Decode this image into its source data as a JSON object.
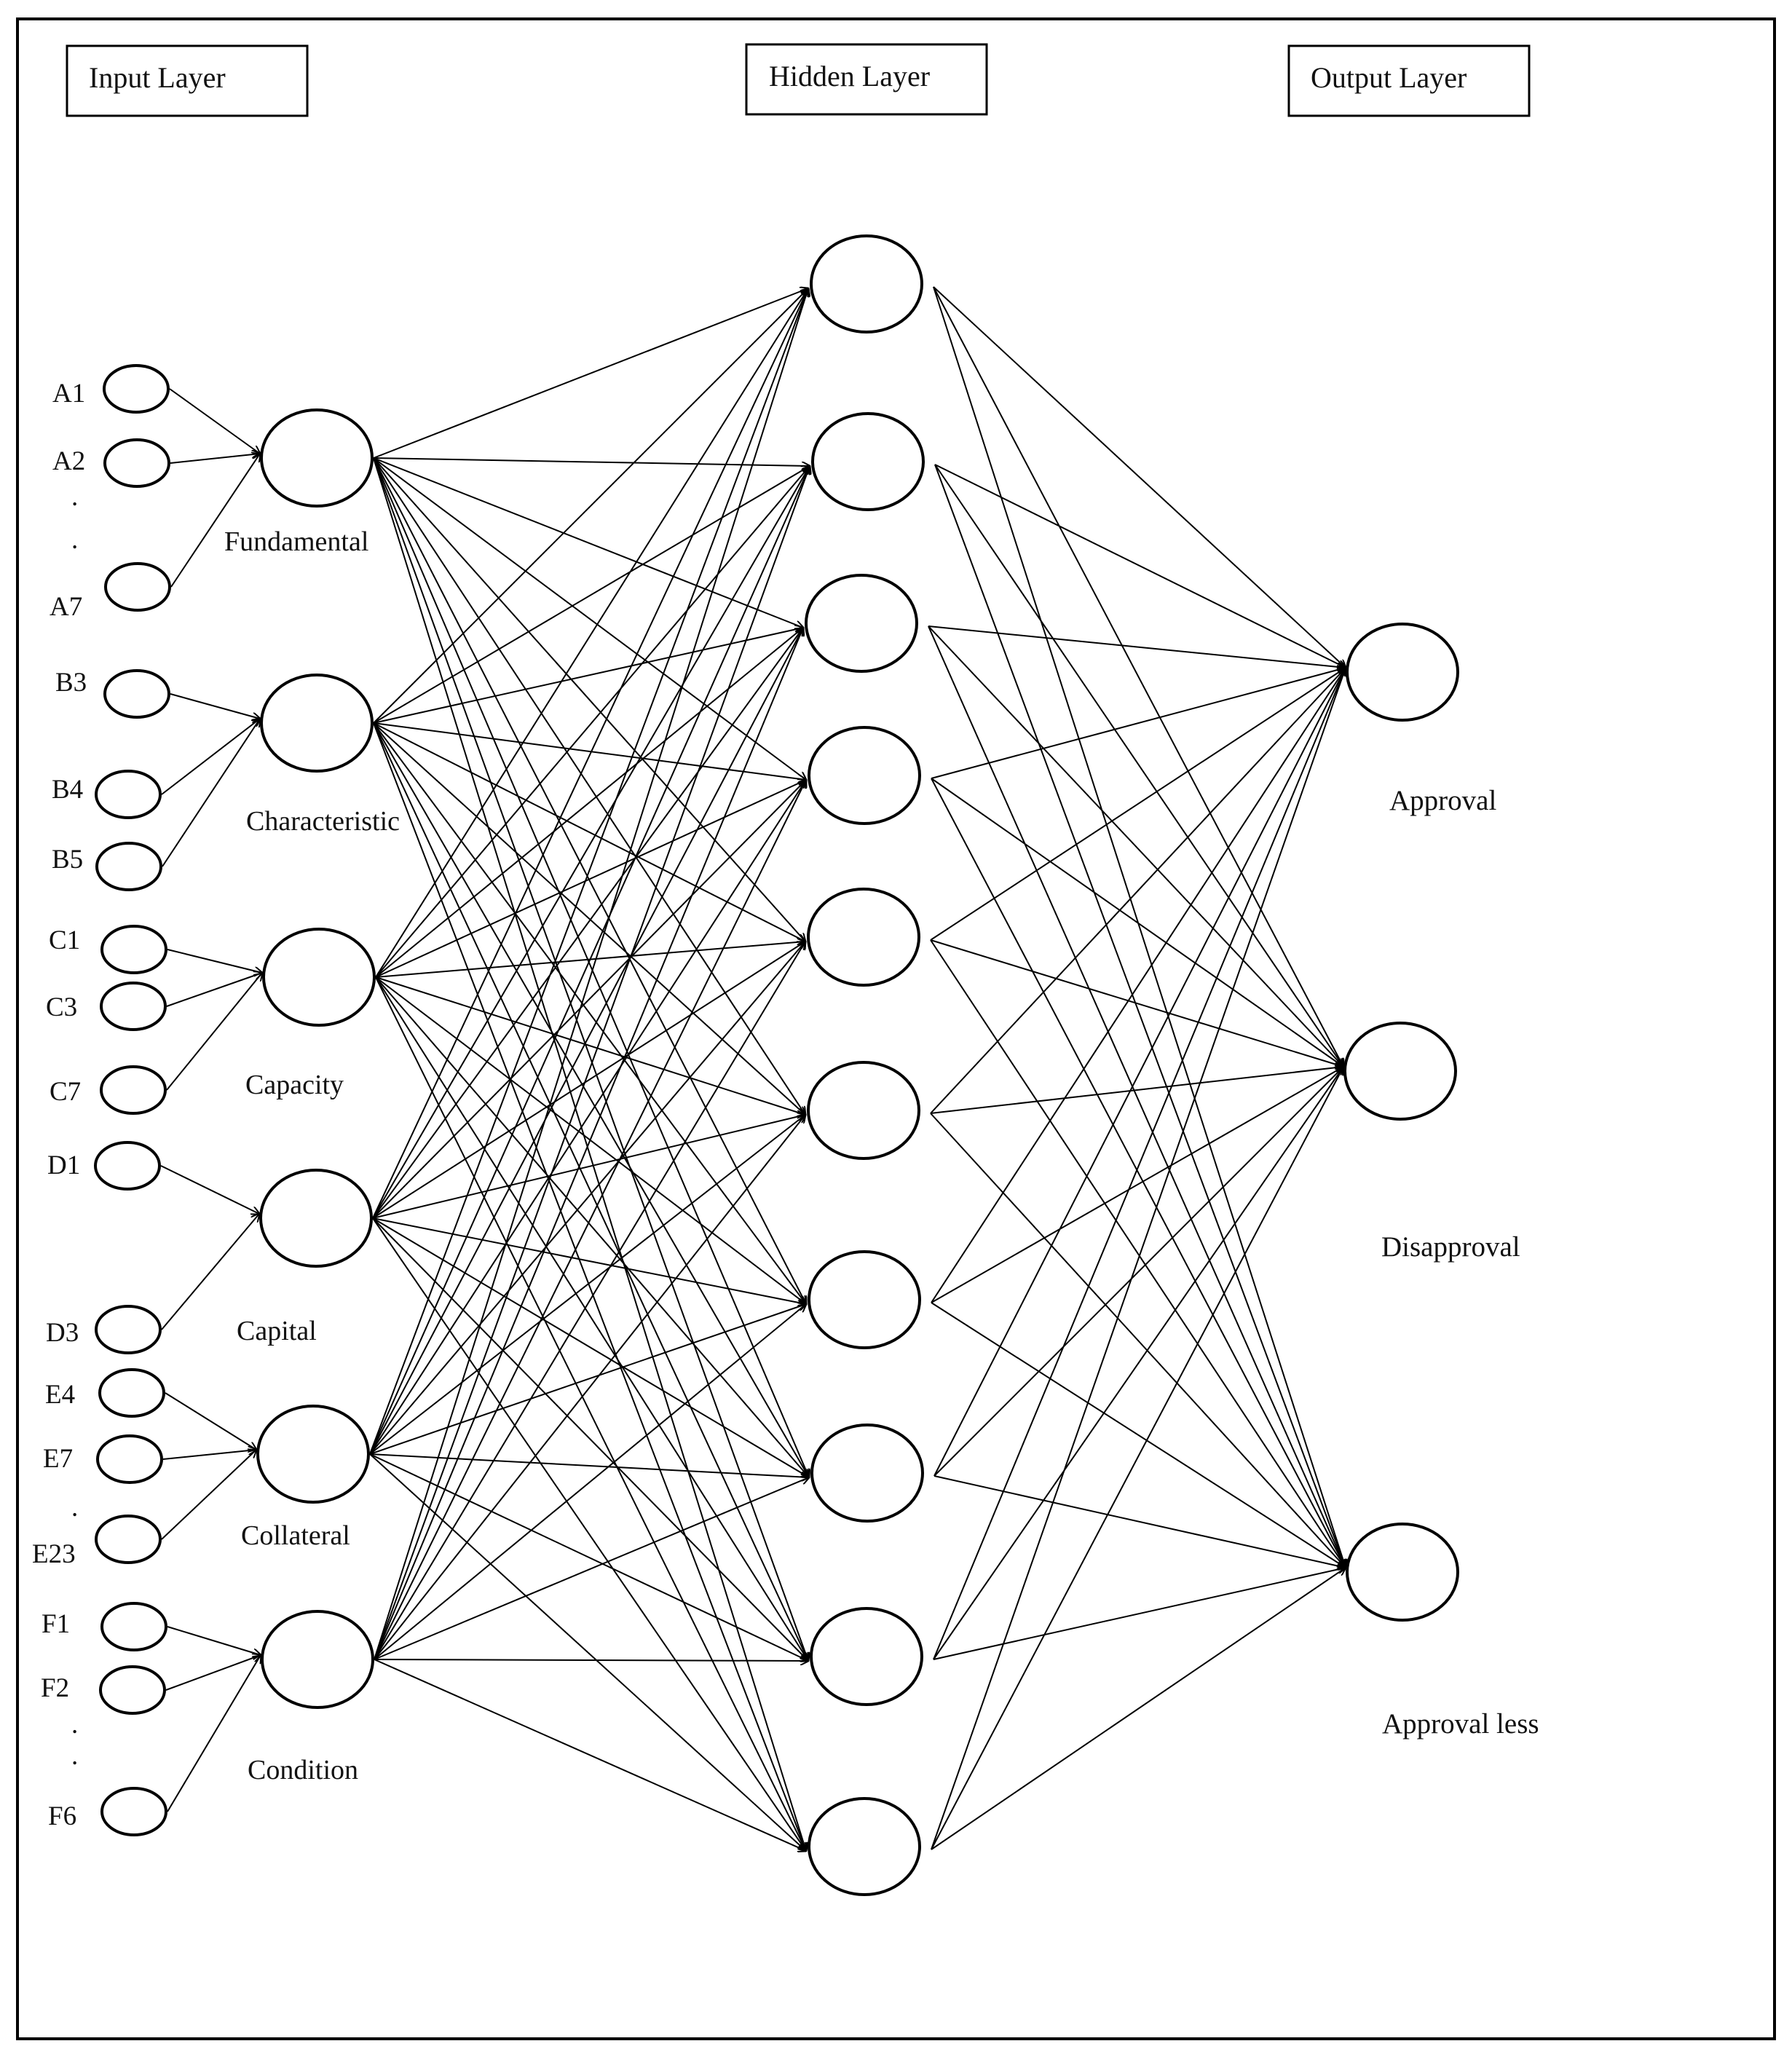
{
  "headers": {
    "input": "Input Layer",
    "hidden": "Hidden Layer",
    "output": "Output Layer"
  },
  "inputs": [
    {
      "label": "A1"
    },
    {
      "label": "A2"
    },
    {
      "label": "A7"
    },
    {
      "label": "B3"
    },
    {
      "label": "B4"
    },
    {
      "label": "B5"
    },
    {
      "label": "C1"
    },
    {
      "label": "C3"
    },
    {
      "label": "C7"
    },
    {
      "label": "D1"
    },
    {
      "label": "D3"
    },
    {
      "label": "E4"
    },
    {
      "label": "E7"
    },
    {
      "label": "E23"
    },
    {
      "label": "F1"
    },
    {
      "label": "F2"
    },
    {
      "label": "F6"
    }
  ],
  "ellipsis_dot": ".",
  "groups": [
    {
      "label": "Fundamental"
    },
    {
      "label": "Characteristic"
    },
    {
      "label": "Capacity"
    },
    {
      "label": "Capital"
    },
    {
      "label": "Collateral"
    },
    {
      "label": "Condition"
    }
  ],
  "hidden_node_count": 10,
  "outputs": [
    {
      "label": "Approval"
    },
    {
      "label": "Disapproval"
    },
    {
      "label": "Approval less"
    }
  ]
}
